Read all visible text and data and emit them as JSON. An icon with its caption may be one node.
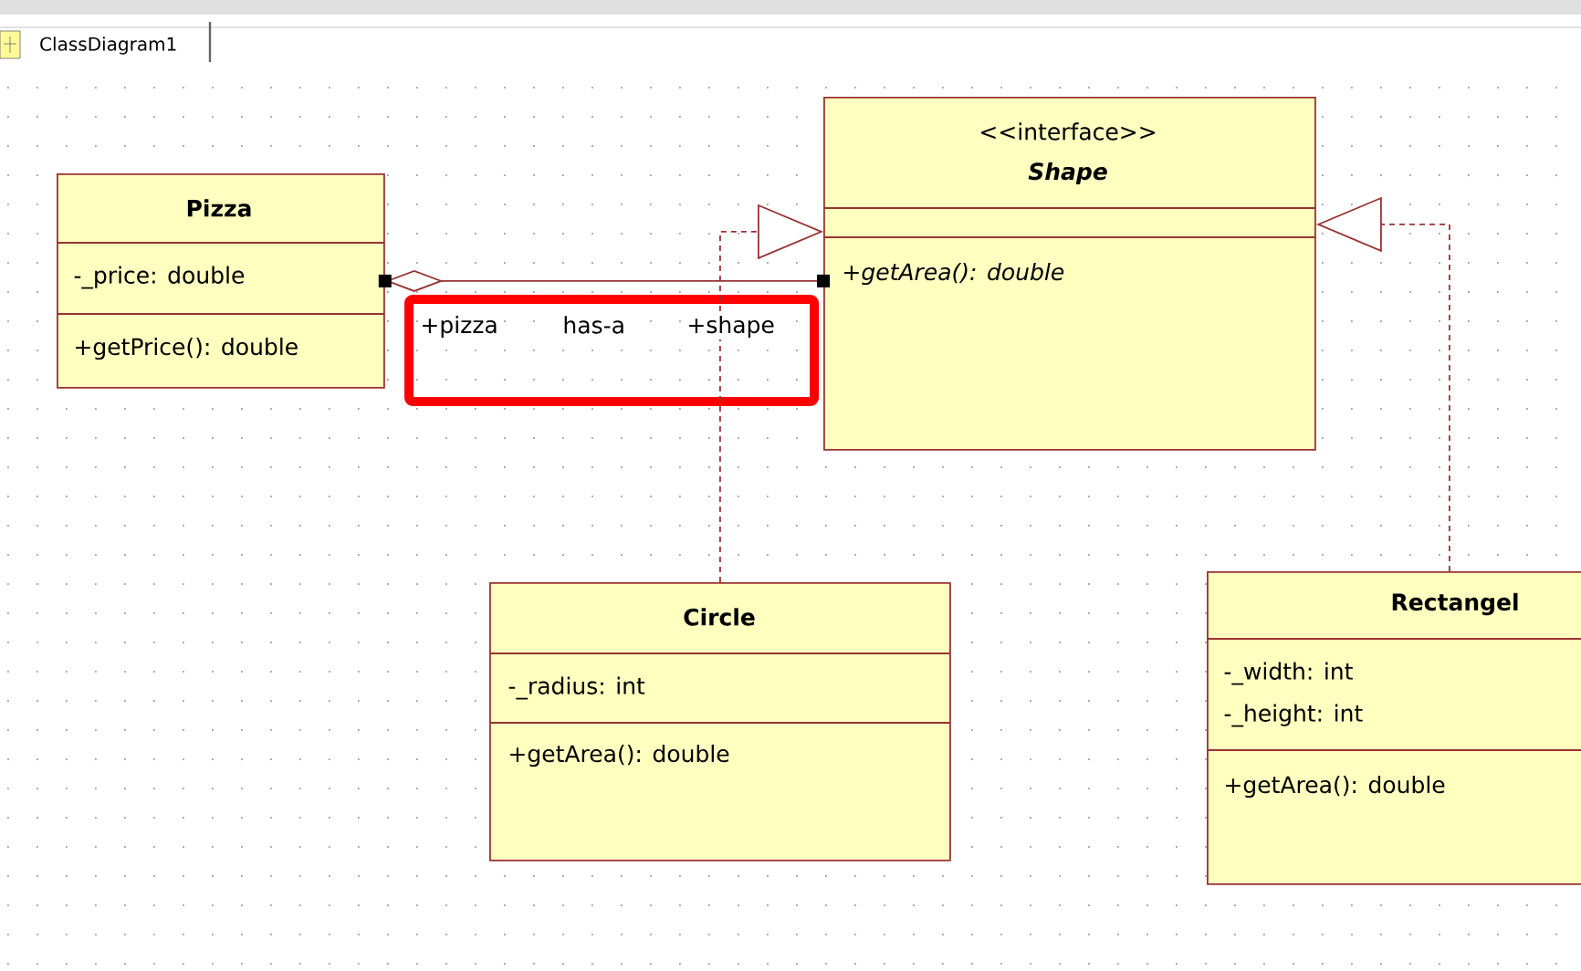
{
  "diagram": {
    "nodes": [
      {
        "text": [
          "Pizza",
          "-_price: double",
          "+getPrice(): double"
        ]
      },
      {
        "text": [
          "<<interface>>",
          "Shape",
          "+getArea(): double"
        ]
      },
      {
        "text": [
          "Circle",
          "-_radius: int",
          "+getArea(): double"
        ]
      },
      {
        "text": [
          "Rectangel",
          "-_width: int",
          "-_height: int",
          "+getArea(): double"
        ]
      }
    ],
    "edges": [
      {
        "from": 0,
        "to": 1,
        "arrow": "other",
        "label": "has-a"
      },
      {
        "from": 2,
        "to": 1,
        "arrow": "to",
        "style": "dashed"
      },
      {
        "from": 3,
        "to": 1,
        "arrow": "to",
        "style": "dashed"
      }
    ],
    "labels": [
      "ClassDiagram1",
      "+pizza",
      "+shape"
    ]
  }
}
